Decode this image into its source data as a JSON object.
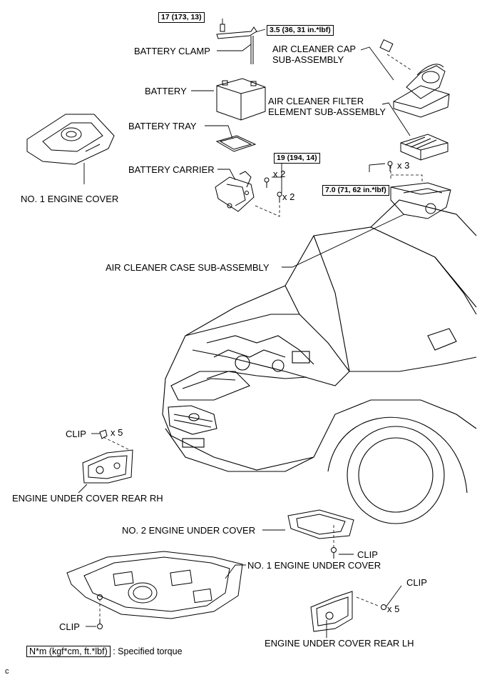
{
  "torque": {
    "clamp_bolt": "17 (173, 13)",
    "clamp_nut": "3.5 (36, 31 in.*lbf)",
    "carrier_bolts": "19 (194, 14)",
    "case_bolts": "7.0 (71, 62 in.*lbf)"
  },
  "quantities": {
    "carrier_upper": "x 2",
    "carrier_lower": "x 2",
    "case": "x 3",
    "rear_rh_clips": "x 5",
    "rear_lh_clips": "x 5"
  },
  "labels": {
    "battery_clamp": "BATTERY CLAMP",
    "air_cleaner_cap_1": "AIR CLEANER CAP",
    "air_cleaner_cap_2": "SUB-ASSEMBLY",
    "battery": "BATTERY",
    "air_cleaner_filter_1": "AIR CLEANER FILTER",
    "air_cleaner_filter_2": "ELEMENT SUB-ASSEMBLY",
    "battery_tray": "BATTERY TRAY",
    "battery_carrier": "BATTERY CARRIER",
    "no1_engine_cover": "NO. 1 ENGINE COVER",
    "air_cleaner_case": "AIR CLEANER CASE SUB-ASSEMBLY",
    "clip_rh": "CLIP",
    "under_cover_rear_rh": "ENGINE UNDER COVER REAR RH",
    "no2_under_cover": "NO. 2 ENGINE UNDER COVER",
    "clip_no2": "CLIP",
    "no1_under_cover": "NO. 1 ENGINE UNDER COVER",
    "clip_lh": "CLIP",
    "clip_no1": "CLIP",
    "under_cover_rear_lh": "ENGINE UNDER COVER REAR LH"
  },
  "legend": {
    "unit": "N*m (kgf*cm, ft.*lbf)",
    "meaning": ": Specified torque"
  },
  "corner_mark": "c"
}
